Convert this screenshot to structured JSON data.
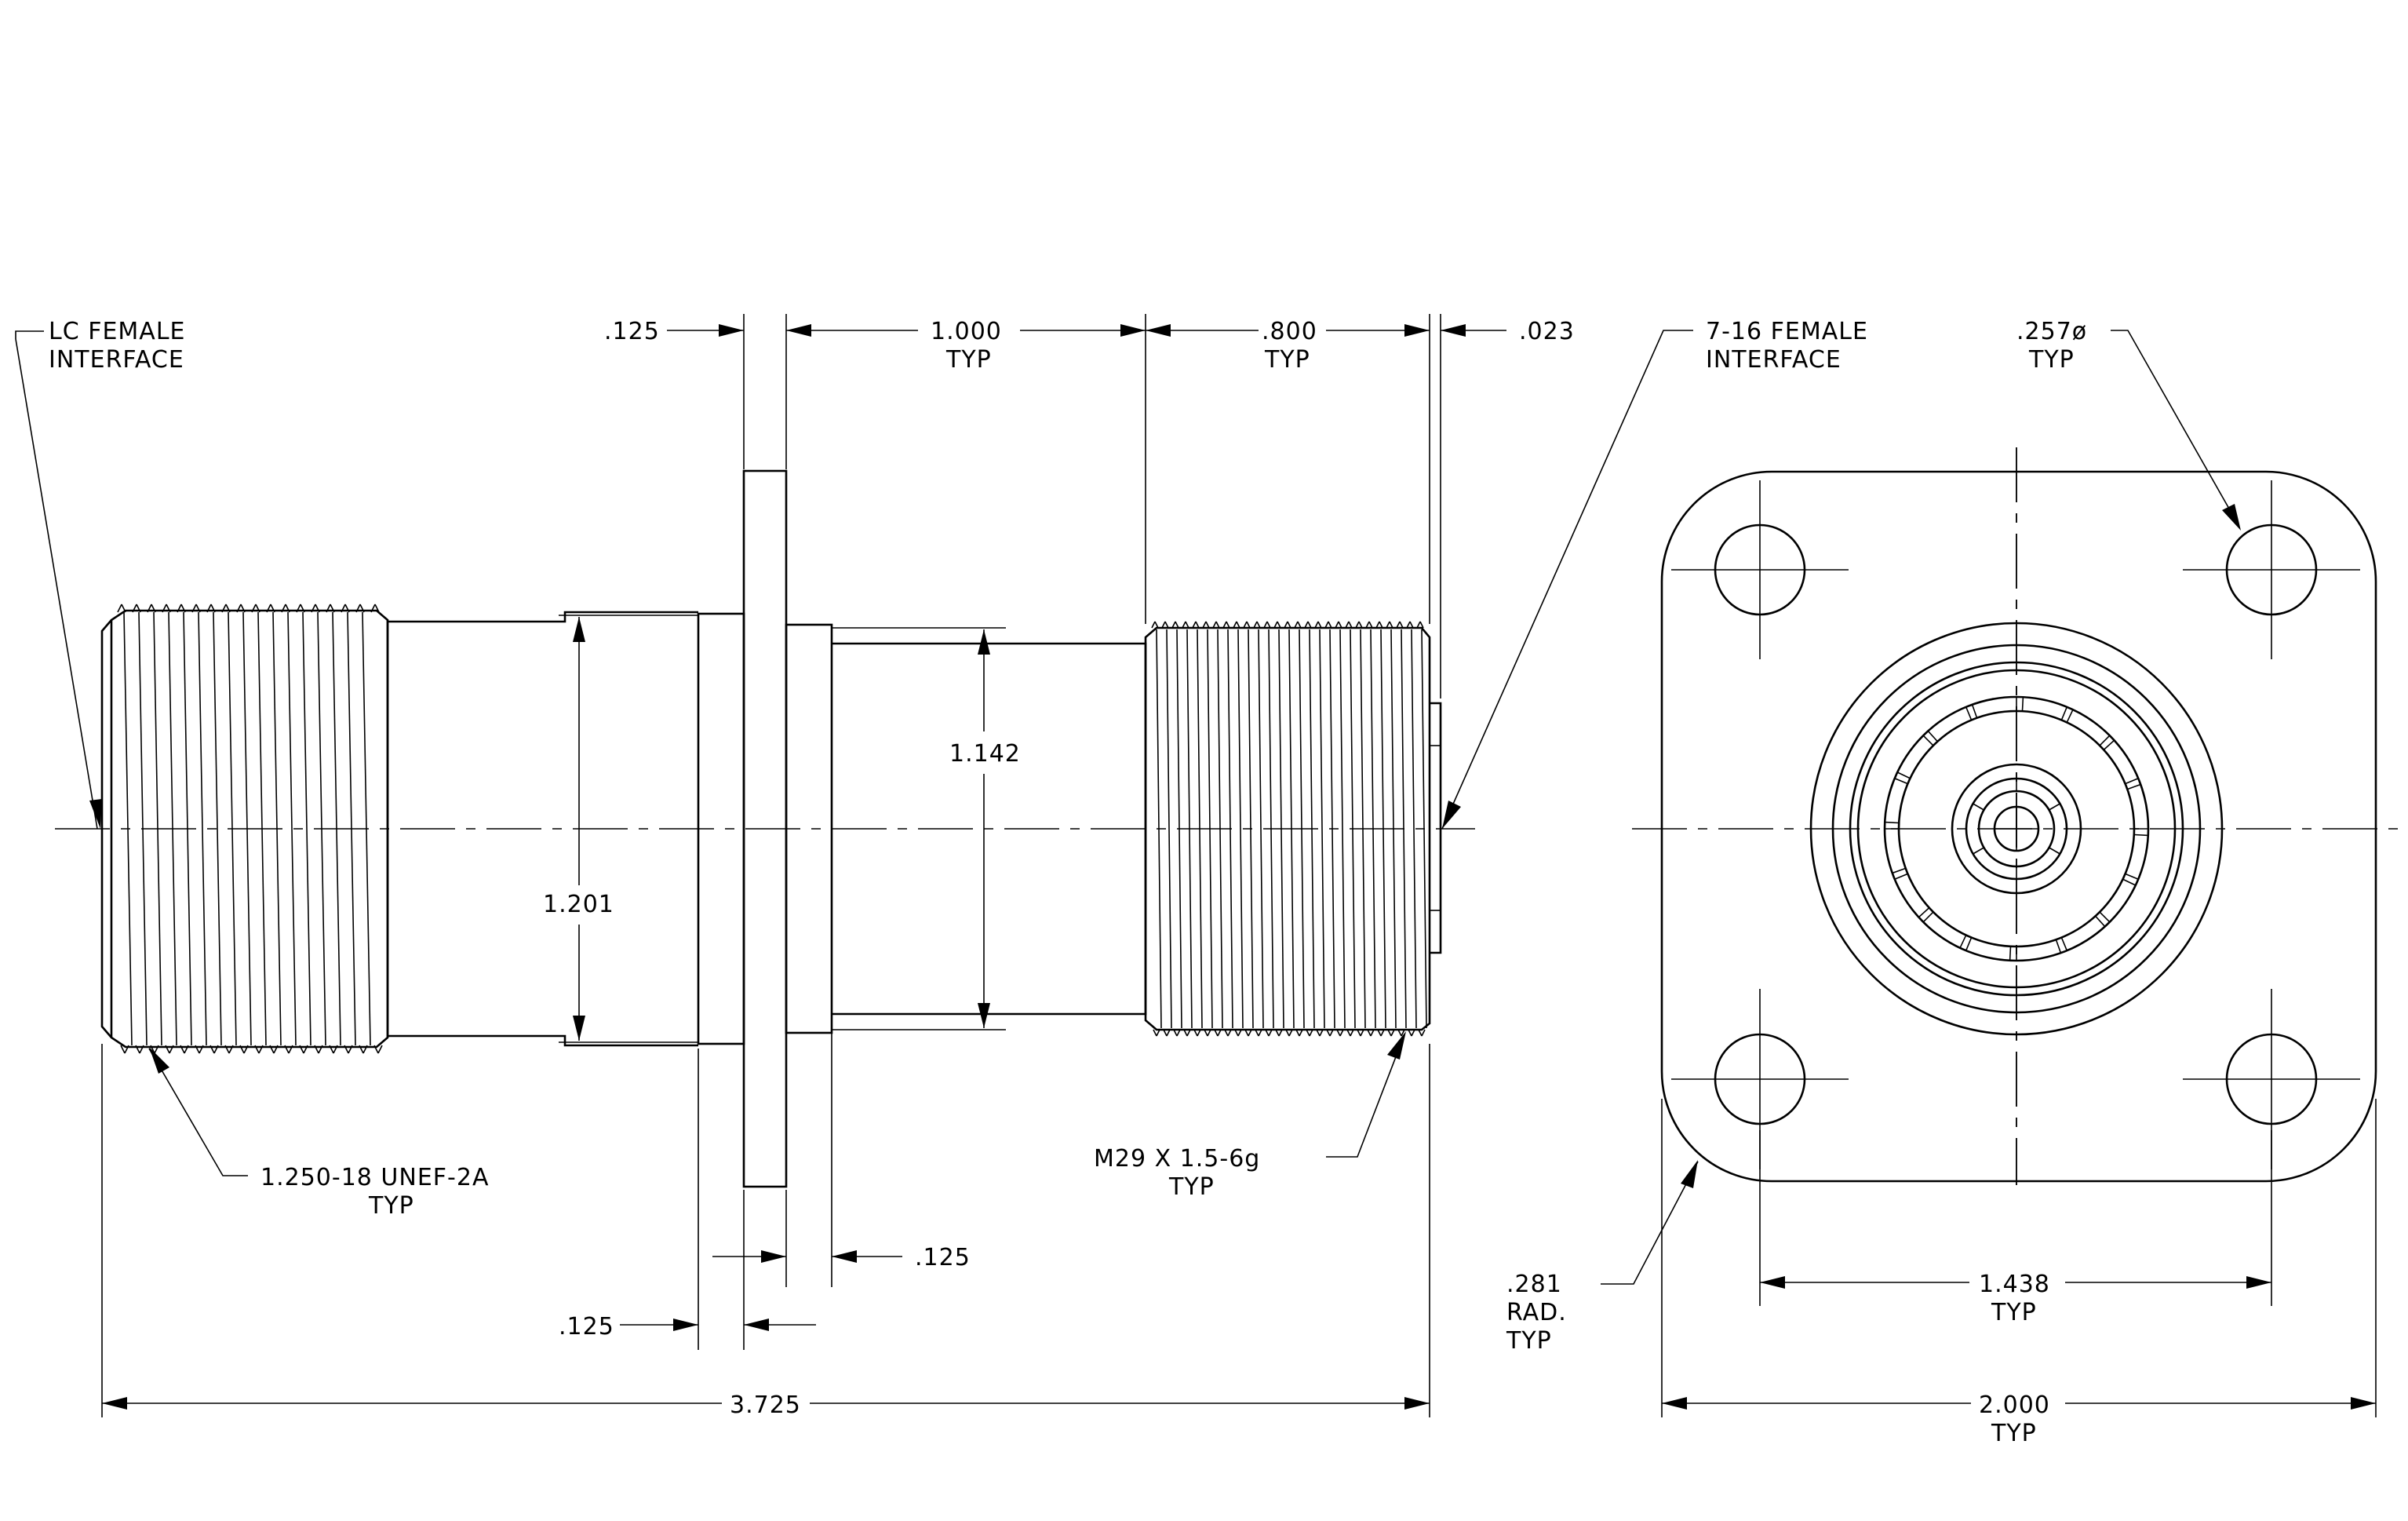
{
  "side_view": {
    "left_interface": [
      "LC FEMALE",
      "INTERFACE"
    ],
    "flange_thickness": ".125",
    "body_length": [
      "1.000",
      "TYP"
    ],
    "thread_length": [
      ".800",
      "TYP"
    ],
    "end_gap": ".023",
    "body_diameter": "1.142",
    "thread_body_diameter": "1.201",
    "left_thread": [
      "1.250-18 UNEF-2A",
      "TYP"
    ],
    "right_thread": [
      "M29 X 1.5-6g",
      "TYP"
    ],
    "shoulder_right": ".125",
    "shoulder_left": ".125",
    "overall_length": "3.725"
  },
  "end_view": {
    "right_interface": [
      "7-16 FEMALE",
      "INTERFACE"
    ],
    "hole_diameter": [
      ".257ø",
      "TYP"
    ],
    "corner_radius": [
      ".281",
      "RAD.",
      "TYP"
    ],
    "hole_spacing": [
      "1.438",
      "TYP"
    ],
    "flange_width": [
      "2.000",
      "TYP"
    ]
  }
}
